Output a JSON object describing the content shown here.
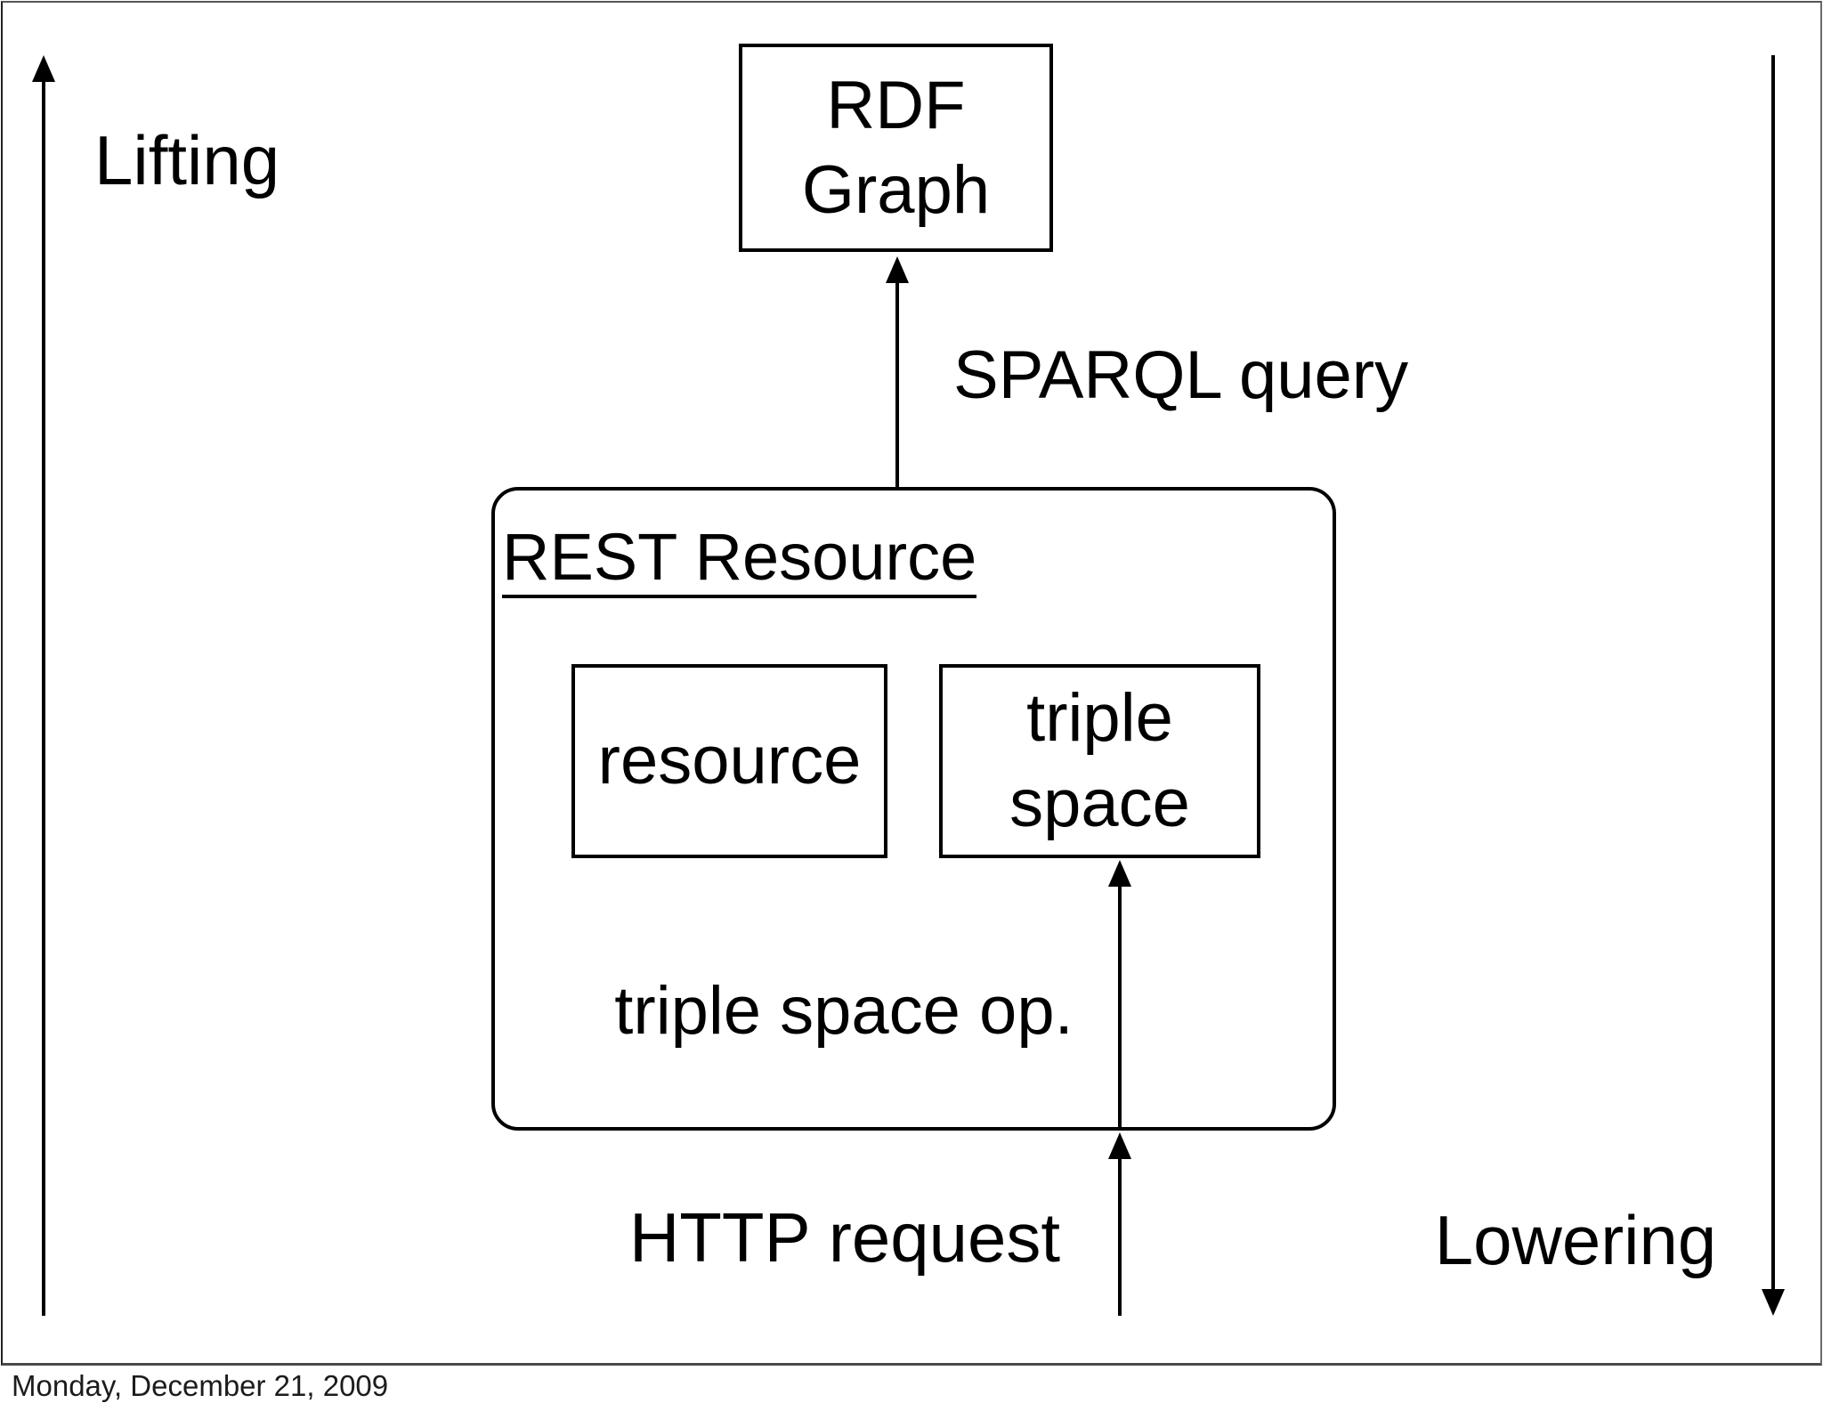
{
  "slide": {
    "side_labels": {
      "lifting": "Lifting",
      "lowering": "Lowering"
    },
    "boxes": {
      "rdf_graph": {
        "line1": "RDF",
        "line2": "Graph"
      },
      "rest_resource": {
        "title": "REST Resource"
      },
      "resource": {
        "label": "resource"
      },
      "triple_space": {
        "line1": "triple",
        "line2": "space"
      }
    },
    "flow_labels": {
      "sparql_query": "SPARQL query",
      "triple_space_op": "triple space op.",
      "http_request": "HTTP request"
    },
    "footer": {
      "date": "Monday, December 21, 2009"
    },
    "colors": {
      "ink": "#000000",
      "frame_bottom": "#4a4a4a",
      "background": "#ffffff"
    }
  }
}
